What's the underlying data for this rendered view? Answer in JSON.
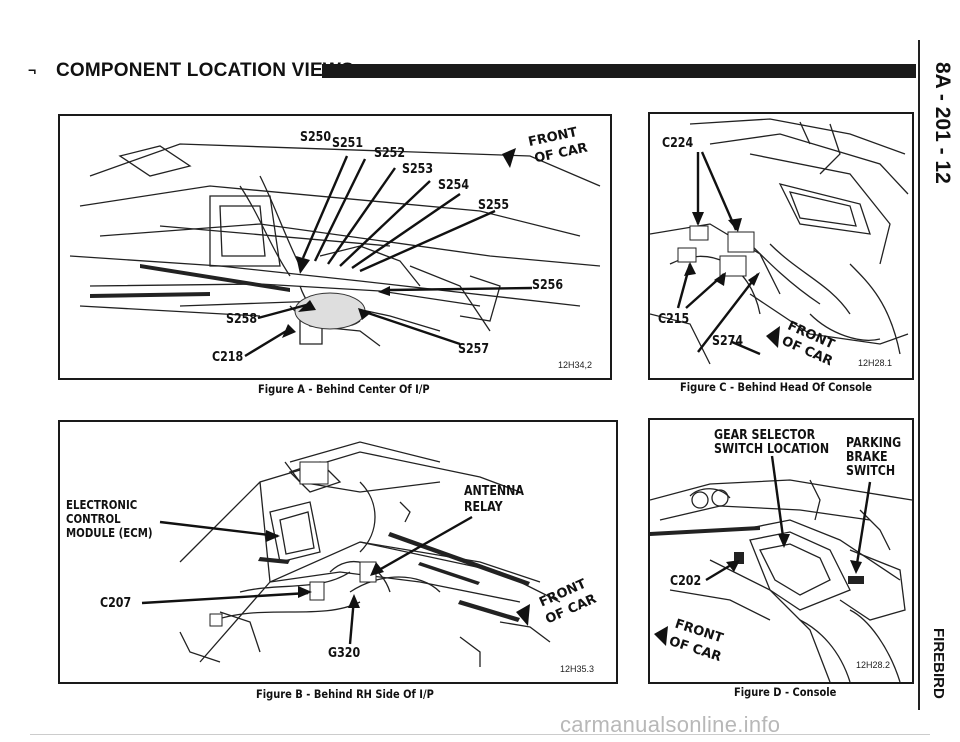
{
  "header": {
    "mark": "¬",
    "title": "COMPONENT LOCATION VIEWS"
  },
  "side": {
    "page": "8A - 201 - 12",
    "model": "FIREBIRD"
  },
  "figure_a": {
    "caption": "Figure A - Behind Center Of I/P",
    "code": "12H34,2",
    "front_line1": "FRONT",
    "front_line2": "OF CAR",
    "labels": [
      "S250",
      "S251",
      "S252",
      "S253",
      "S254",
      "S255",
      "S256",
      "S257",
      "S258",
      "C218"
    ]
  },
  "figure_c": {
    "caption": "Figure C - Behind Head Of Console",
    "code": "12H28.1",
    "front_line1": "FRONT",
    "front_line2": "OF CAR",
    "labels": [
      "C224",
      "C215",
      "S274"
    ]
  },
  "figure_b": {
    "caption": "Figure B - Behind RH Side Of I/P",
    "code": "12H35.3",
    "front_line1": "FRONT",
    "front_line2": "OF CAR",
    "ecm_line1": "ELECTRONIC",
    "ecm_line2": "CONTROL",
    "ecm_line3": "MODULE (ECM)",
    "antenna_line1": "ANTENNA",
    "antenna_line2": "RELAY",
    "c207": "C207",
    "g320": "G320"
  },
  "figure_d": {
    "caption": "Figure D - Console",
    "code": "12H28.2",
    "front_line1": "FRONT",
    "front_line2": "OF CAR",
    "gear_line1": "GEAR SELECTOR",
    "gear_line2": "SWITCH LOCATION",
    "brake_line1": "PARKING",
    "brake_line2": "BRAKE",
    "brake_line3": "SWITCH",
    "c202": "C202"
  },
  "watermark": "carmanualsonline.info"
}
